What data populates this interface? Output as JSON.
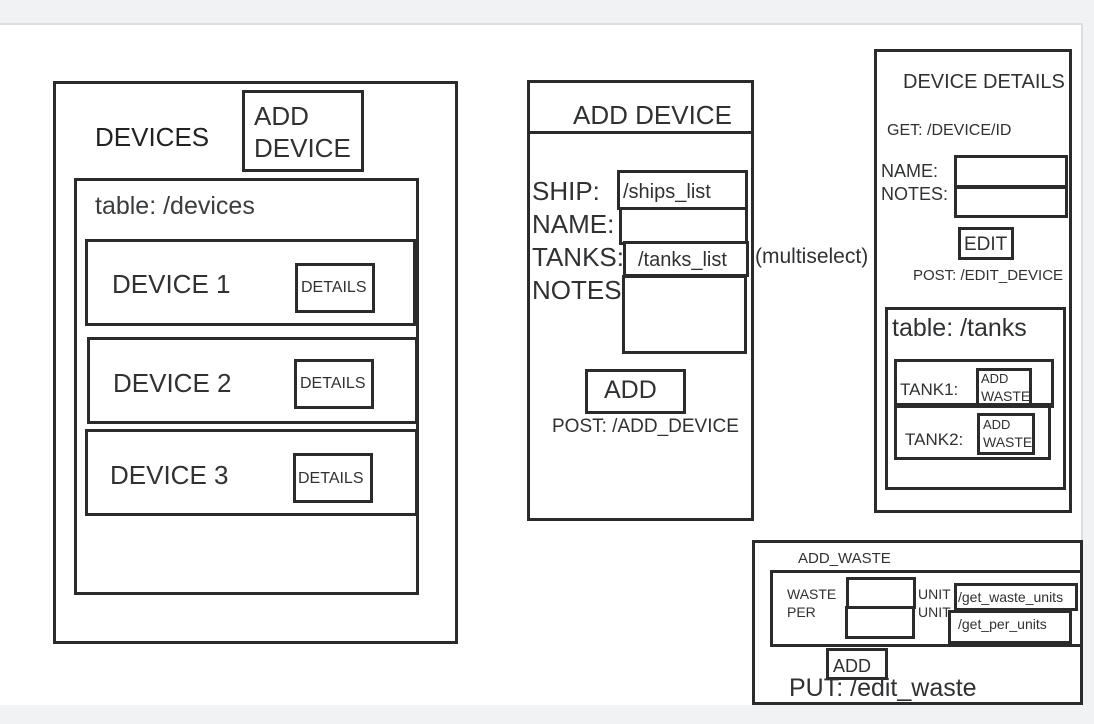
{
  "devices_screen": {
    "title": "DEVICES",
    "add_device_button": [
      "ADD",
      "DEVICE"
    ],
    "table_label": "table: /devices",
    "rows": [
      {
        "name": "DEVICE 1",
        "details_label": "DETAILS"
      },
      {
        "name": "DEVICE 2",
        "details_label": "DETAILS"
      },
      {
        "name": "DEVICE 3",
        "details_label": "DETAILS"
      }
    ]
  },
  "add_device_screen": {
    "title": "ADD DEVICE",
    "ship_label": "SHIP:",
    "ship_value": "/ships_list",
    "name_label": "NAME:",
    "name_value": "",
    "tanks_label": "TANKS:",
    "tanks_value": "/tanks_list",
    "tanks_note": "(multiselect)",
    "notes_label": "NOTES",
    "notes_value": "",
    "add_button": "ADD",
    "endpoint": "POST: /ADD_DEVICE"
  },
  "device_details_screen": {
    "title": "DEVICE DETAILS",
    "get_endpoint": "GET: /DEVICE/ID",
    "name_label": "NAME:",
    "name_value": "",
    "notes_label": "NOTES:",
    "notes_value": "",
    "edit_button": "EDIT",
    "post_endpoint": "POST: /EDIT_DEVICE",
    "tanks_table_label": "table: /tanks",
    "tanks": [
      {
        "name": "TANK1:",
        "button": [
          "ADD",
          "WASTE"
        ]
      },
      {
        "name": "TANK2:",
        "button": [
          "ADD",
          "WASTE"
        ]
      }
    ]
  },
  "add_waste_screen": {
    "title": "ADD_WASTE",
    "waste_label": "WASTE",
    "per_label": "PER",
    "waste_value": "",
    "per_value": "",
    "unit_label_1": "UNIT",
    "unit_label_2": "UNIT",
    "waste_units_value": "/get_waste_units",
    "per_units_value": "/get_per_units",
    "add_button": "ADD",
    "endpoint": "PUT: /edit_waste"
  }
}
